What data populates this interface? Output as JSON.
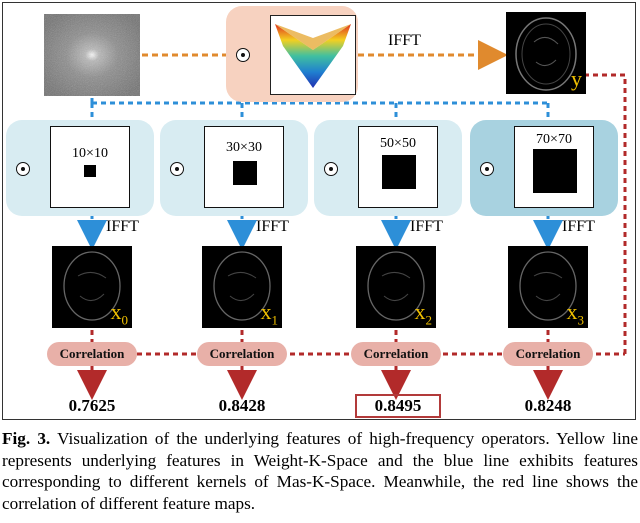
{
  "figure": {
    "top_op": "IFFT",
    "y_symbol": "y",
    "kernels": [
      {
        "label": "10×10",
        "op": "IFFT",
        "symbol": "x",
        "sub": "0",
        "value": "0.7625",
        "highlight": false
      },
      {
        "label": "30×30",
        "op": "IFFT",
        "symbol": "x",
        "sub": "1",
        "value": "0.8428",
        "highlight": false
      },
      {
        "label": "50×50",
        "op": "IFFT",
        "symbol": "x",
        "sub": "2",
        "value": "0.8495",
        "highlight": true
      },
      {
        "label": "70×70",
        "op": "IFFT",
        "symbol": "x",
        "sub": "3",
        "value": "0.8248",
        "highlight": false
      }
    ],
    "correlation_label": "Correlation",
    "colors": {
      "orange": "#e08a2e",
      "blue": "#2d8fd8",
      "red": "#b22a2a",
      "panel_light": "#d8ecf2",
      "panel_dark": "#a8d2e0",
      "weight_panel": "#f7d2c0",
      "pill": "#e8b0a8"
    }
  },
  "caption": {
    "label": "Fig. 3.",
    "text": " Visualization of the underlying features of high-frequency operators. Yellow line represents underlying features in Weight-K-Space and the blue line exhibits features corresponding to different kernels of Mas-K-Space. Meanwhile, the red line shows the correlation of different feature maps."
  }
}
